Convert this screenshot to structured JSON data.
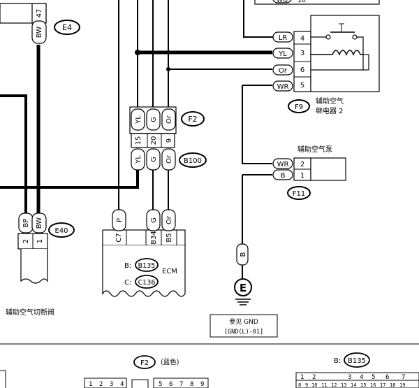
{
  "connectors": {
    "e4": "E4",
    "f2": "F2",
    "b100": "B100",
    "e40": "E40",
    "f9": "F9",
    "f11": "F11",
    "ground": "E"
  },
  "wire_codes": {
    "bw": "BW",
    "bp": "BP",
    "p": "P",
    "yl": "YL",
    "g": "G",
    "or": "Or",
    "lr": "LR",
    "wr": "WR",
    "b": "B",
    "wg": "WG"
  },
  "pins": {
    "top_47": "47",
    "f2_15": "15",
    "f2_20": "20",
    "f2_9": "9",
    "f9_4": "4",
    "f9_3": "3",
    "f9_6": "6",
    "f9_5": "5",
    "f11_2": "2",
    "f11_1": "1",
    "e40_2": "2",
    "e40_1": "1",
    "wg_16": "16"
  },
  "ecm": {
    "pins": [
      "C7",
      "B34",
      "B5"
    ],
    "label": "ECM",
    "b_prefix": "B:",
    "c_prefix": "C:",
    "b_connector": "B135",
    "c_connector": "C136"
  },
  "components": {
    "relay_label_1": "辅助空气",
    "relay_label_2": "继电器 2",
    "pump_label": "辅助空气泵",
    "valve_label": "辅助空气切断阀"
  },
  "ground_ref": {
    "line1": "参见 GND",
    "line2": "[GND(L)-01]"
  },
  "bottom": {
    "f2_title": "F2",
    "f2_color": "(蓝色)",
    "f2_pins_a": [
      "1",
      "2",
      "3",
      "4"
    ],
    "f2_pins_b": [
      "5",
      "6",
      "7",
      "8",
      "9"
    ],
    "b_prefix": "B:",
    "b_title": "B135",
    "b135_row1": [
      "1",
      "2",
      "3",
      "4",
      "5",
      "6",
      "7"
    ],
    "b135_row2": [
      "8",
      "9",
      "10",
      "11",
      "12",
      "13",
      "14",
      "15",
      "16",
      "17",
      "18",
      "19"
    ]
  }
}
